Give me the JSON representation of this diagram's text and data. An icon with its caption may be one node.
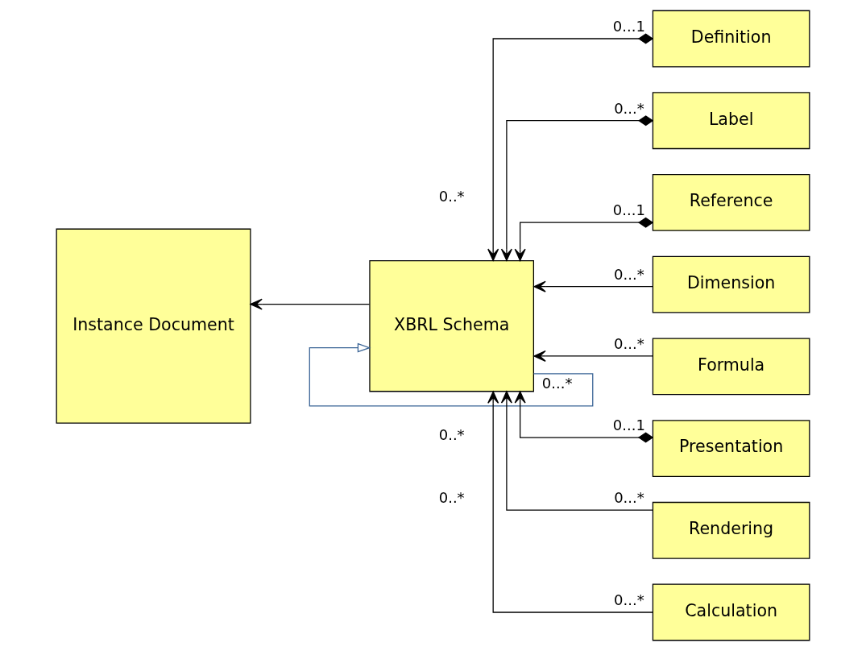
{
  "diagram": {
    "nodes": [
      {
        "text": [
          "Instance Document"
        ]
      },
      {
        "text": [
          "XBRL Schema"
        ]
      },
      {
        "text": [
          "Definition"
        ]
      },
      {
        "text": [
          "Label"
        ]
      },
      {
        "text": [
          "Reference"
        ]
      },
      {
        "text": [
          "Dimension"
        ]
      },
      {
        "text": [
          "Formula"
        ]
      },
      {
        "text": [
          "Presentation"
        ]
      },
      {
        "text": [
          "Rendering"
        ]
      },
      {
        "text": [
          "Calculation"
        ]
      }
    ],
    "edges": [
      {
        "from": 1,
        "to": 0,
        "arrow": "to"
      },
      {
        "from": 2,
        "to": 1,
        "arrow": "to",
        "label": "0...1"
      },
      {
        "from": 3,
        "to": 1,
        "arrow": "to",
        "label": "0...*"
      },
      {
        "from": 4,
        "to": 1,
        "arrow": "to",
        "label": "0...1"
      },
      {
        "from": 5,
        "to": 1,
        "arrow": "to",
        "label": "0...*"
      },
      {
        "from": 1,
        "to": 1,
        "arrow": "to",
        "label": "0...*",
        "color": "#3a6496"
      },
      {
        "from": 6,
        "to": 1,
        "arrow": "to",
        "label": "0...*"
      },
      {
        "from": 7,
        "to": 1,
        "arrow": "to",
        "label": "0...1"
      },
      {
        "from": 8,
        "to": 1,
        "arrow": "to",
        "label": "0...*"
      },
      {
        "from": 9,
        "to": 1,
        "arrow": "to",
        "label": "0...*"
      }
    ],
    "labels": [
      "0..*",
      "0..*",
      "0..*"
    ]
  }
}
